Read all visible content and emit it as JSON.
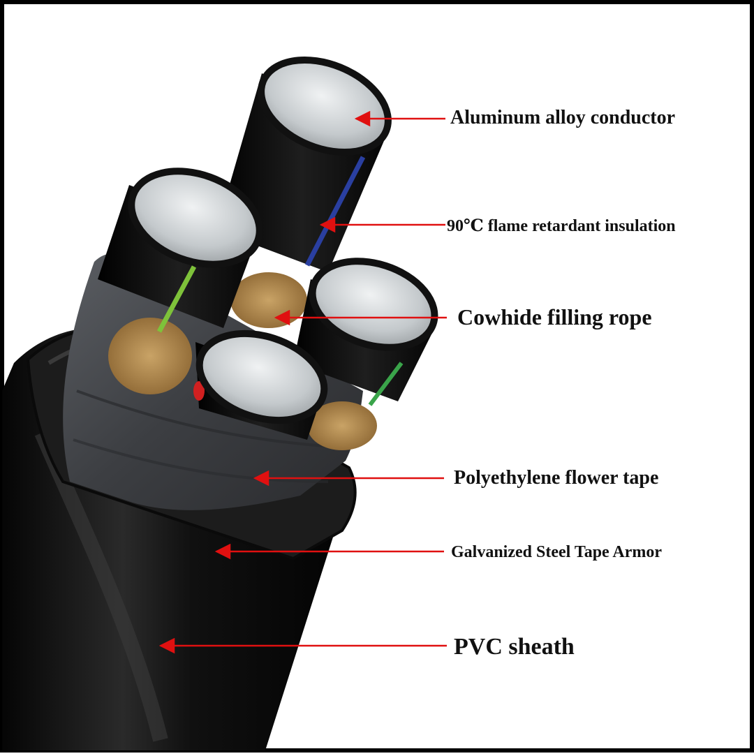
{
  "diagram": {
    "labels": [
      {
        "id": "conductor",
        "text": "Aluminum alloy conductor"
      },
      {
        "id": "insulation",
        "text": "90℃ flame retardant insulation"
      },
      {
        "id": "filling",
        "text": "Cowhide filling rope"
      },
      {
        "id": "tape",
        "text": "Polyethylene flower tape"
      },
      {
        "id": "armor",
        "text": "Galvanized Steel Tape Armor"
      },
      {
        "id": "sheath",
        "text": "PVC sheath"
      }
    ]
  },
  "colors": {
    "frame": "#000000",
    "background": "#ffffff",
    "leader": "#e01010",
    "label_text": "#111111",
    "sheath": "#0c0c0c",
    "armor": "#1c1c1c",
    "tape": "#4a4c50",
    "insulation": "#0a0a0a",
    "conductor": "#cfd3d6",
    "filler": "#b58a4a",
    "stripe_green": "#7ec23a",
    "stripe_blue": "#2a3fa0",
    "stripe_red": "#d02020"
  }
}
